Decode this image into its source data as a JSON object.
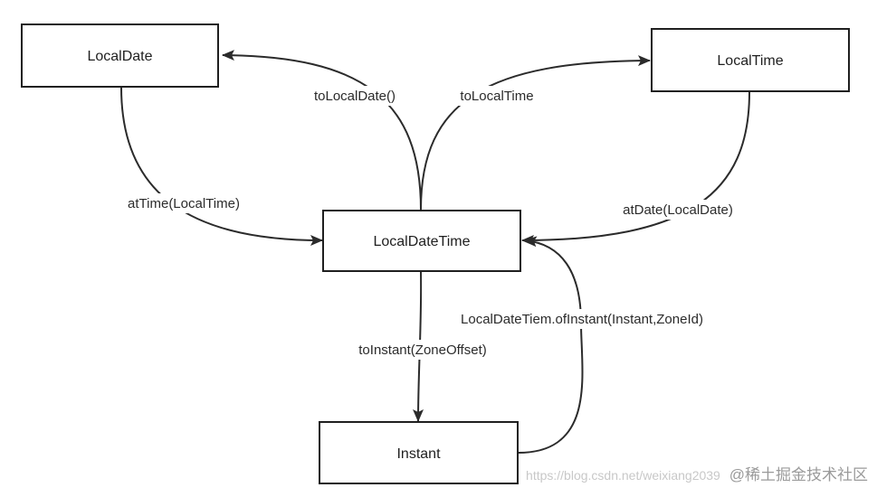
{
  "nodes": {
    "local_date": "LocalDate",
    "local_time": "LocalTime",
    "local_date_time": "LocalDateTime",
    "instant": "Instant"
  },
  "edges": {
    "to_local_date": "toLocalDate()",
    "to_local_time": "toLocalTime",
    "at_time": "atTime(LocalTime)",
    "at_date": "atDate(LocalDate)",
    "to_instant": "toInstant(ZoneOffset)",
    "of_instant": "LocalDateTiem.ofInstant(Instant,ZoneId)"
  },
  "watermark": {
    "url": "https://blog.csdn.net/weixiang2039",
    "brand": "@稀土掘金技术社区"
  },
  "colors": {
    "stroke": "#1f1f1f",
    "background": "#ffffff"
  }
}
